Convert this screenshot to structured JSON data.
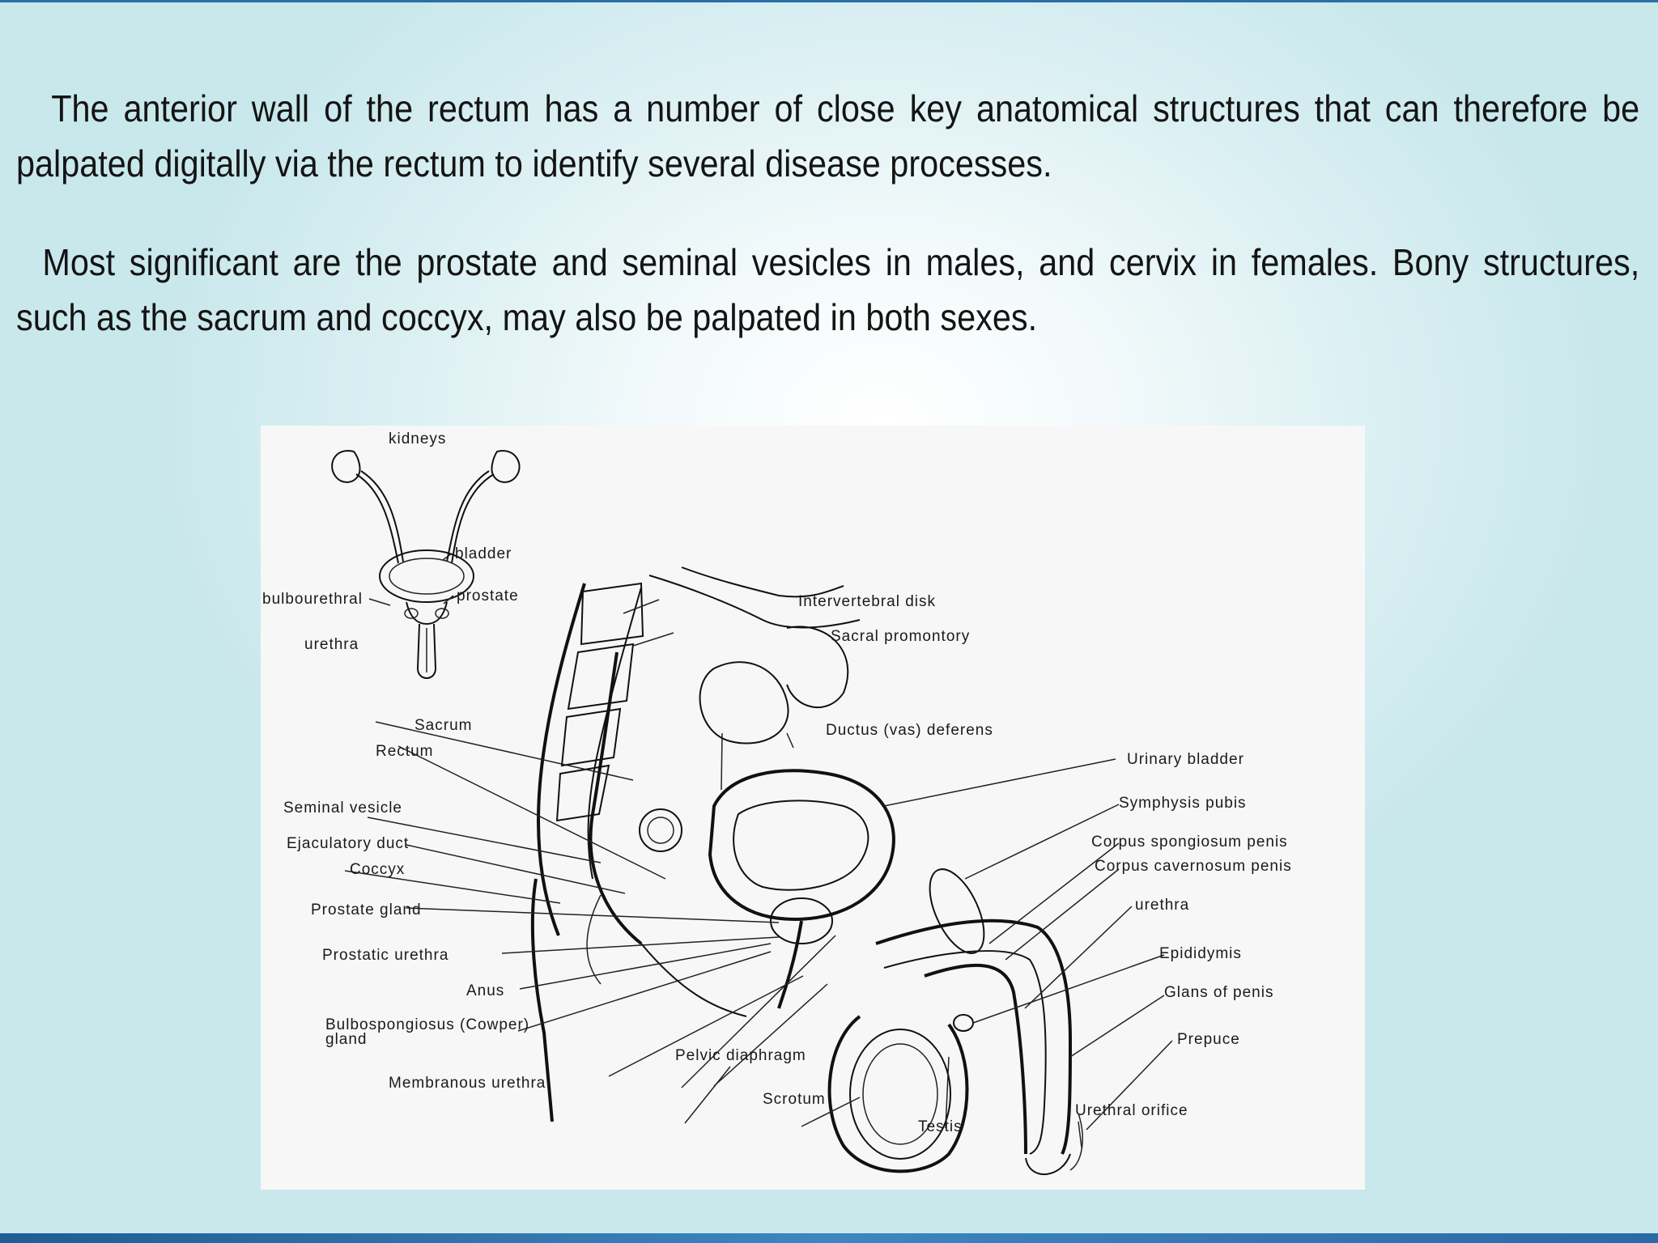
{
  "paragraphs": [
    "The anterior wall of the rectum has a number of close key anatomical structures that can therefore be palpated digitally via the rectum to identify several disease processes.",
    "Most significant are the prostate and seminal vesicles in males, and cervix in females. Bony structures, such as the sacrum and coccyx, may also be palpated in both sexes."
  ],
  "figure": {
    "inset_labels": {
      "kidneys": "kidneys",
      "bladder": "bladder",
      "bulbourethral": "bulbourethral",
      "prostate": "prostate",
      "urethra": "urethra"
    },
    "left_labels": {
      "sacrum": "Sacrum",
      "rectum": "Rectum",
      "seminal_vesicle": "Seminal vesicle",
      "ejaculatory_duct": "Ejaculatory duct",
      "coccyx": "Coccyx",
      "prostate_gland": "Prostate gland",
      "prostatic_urethra": "Prostatic urethra",
      "anus": "Anus",
      "bulbospongiosus_1": "Bulbospongiosus (Cowper)",
      "bulbospongiosus_2": "gland",
      "membranous_urethra": "Membranous urethra"
    },
    "top_labels": {
      "intervertebral_disk": "Intervertebral disk",
      "sacral_promontory": "Sacral promontory",
      "ductus_deferens": "Ductus (vas) deferens"
    },
    "right_labels": {
      "urinary_bladder": "Urinary bladder",
      "symphysis_pubis": "Symphysis pubis",
      "corpus_spongiosum": "Corpus spongiosum penis",
      "corpus_cavernosum": "Corpus cavernosum penis",
      "urethra": "urethra",
      "epididymis": "Epididymis",
      "glans": "Glans of penis",
      "prepuce": "Prepuce",
      "urethral_orifice": "Urethral orifice"
    },
    "bottom_labels": {
      "pelvic_diaphragm": "Pelvic diaphragm",
      "scrotum": "Scrotum",
      "testis": "Testis"
    }
  }
}
